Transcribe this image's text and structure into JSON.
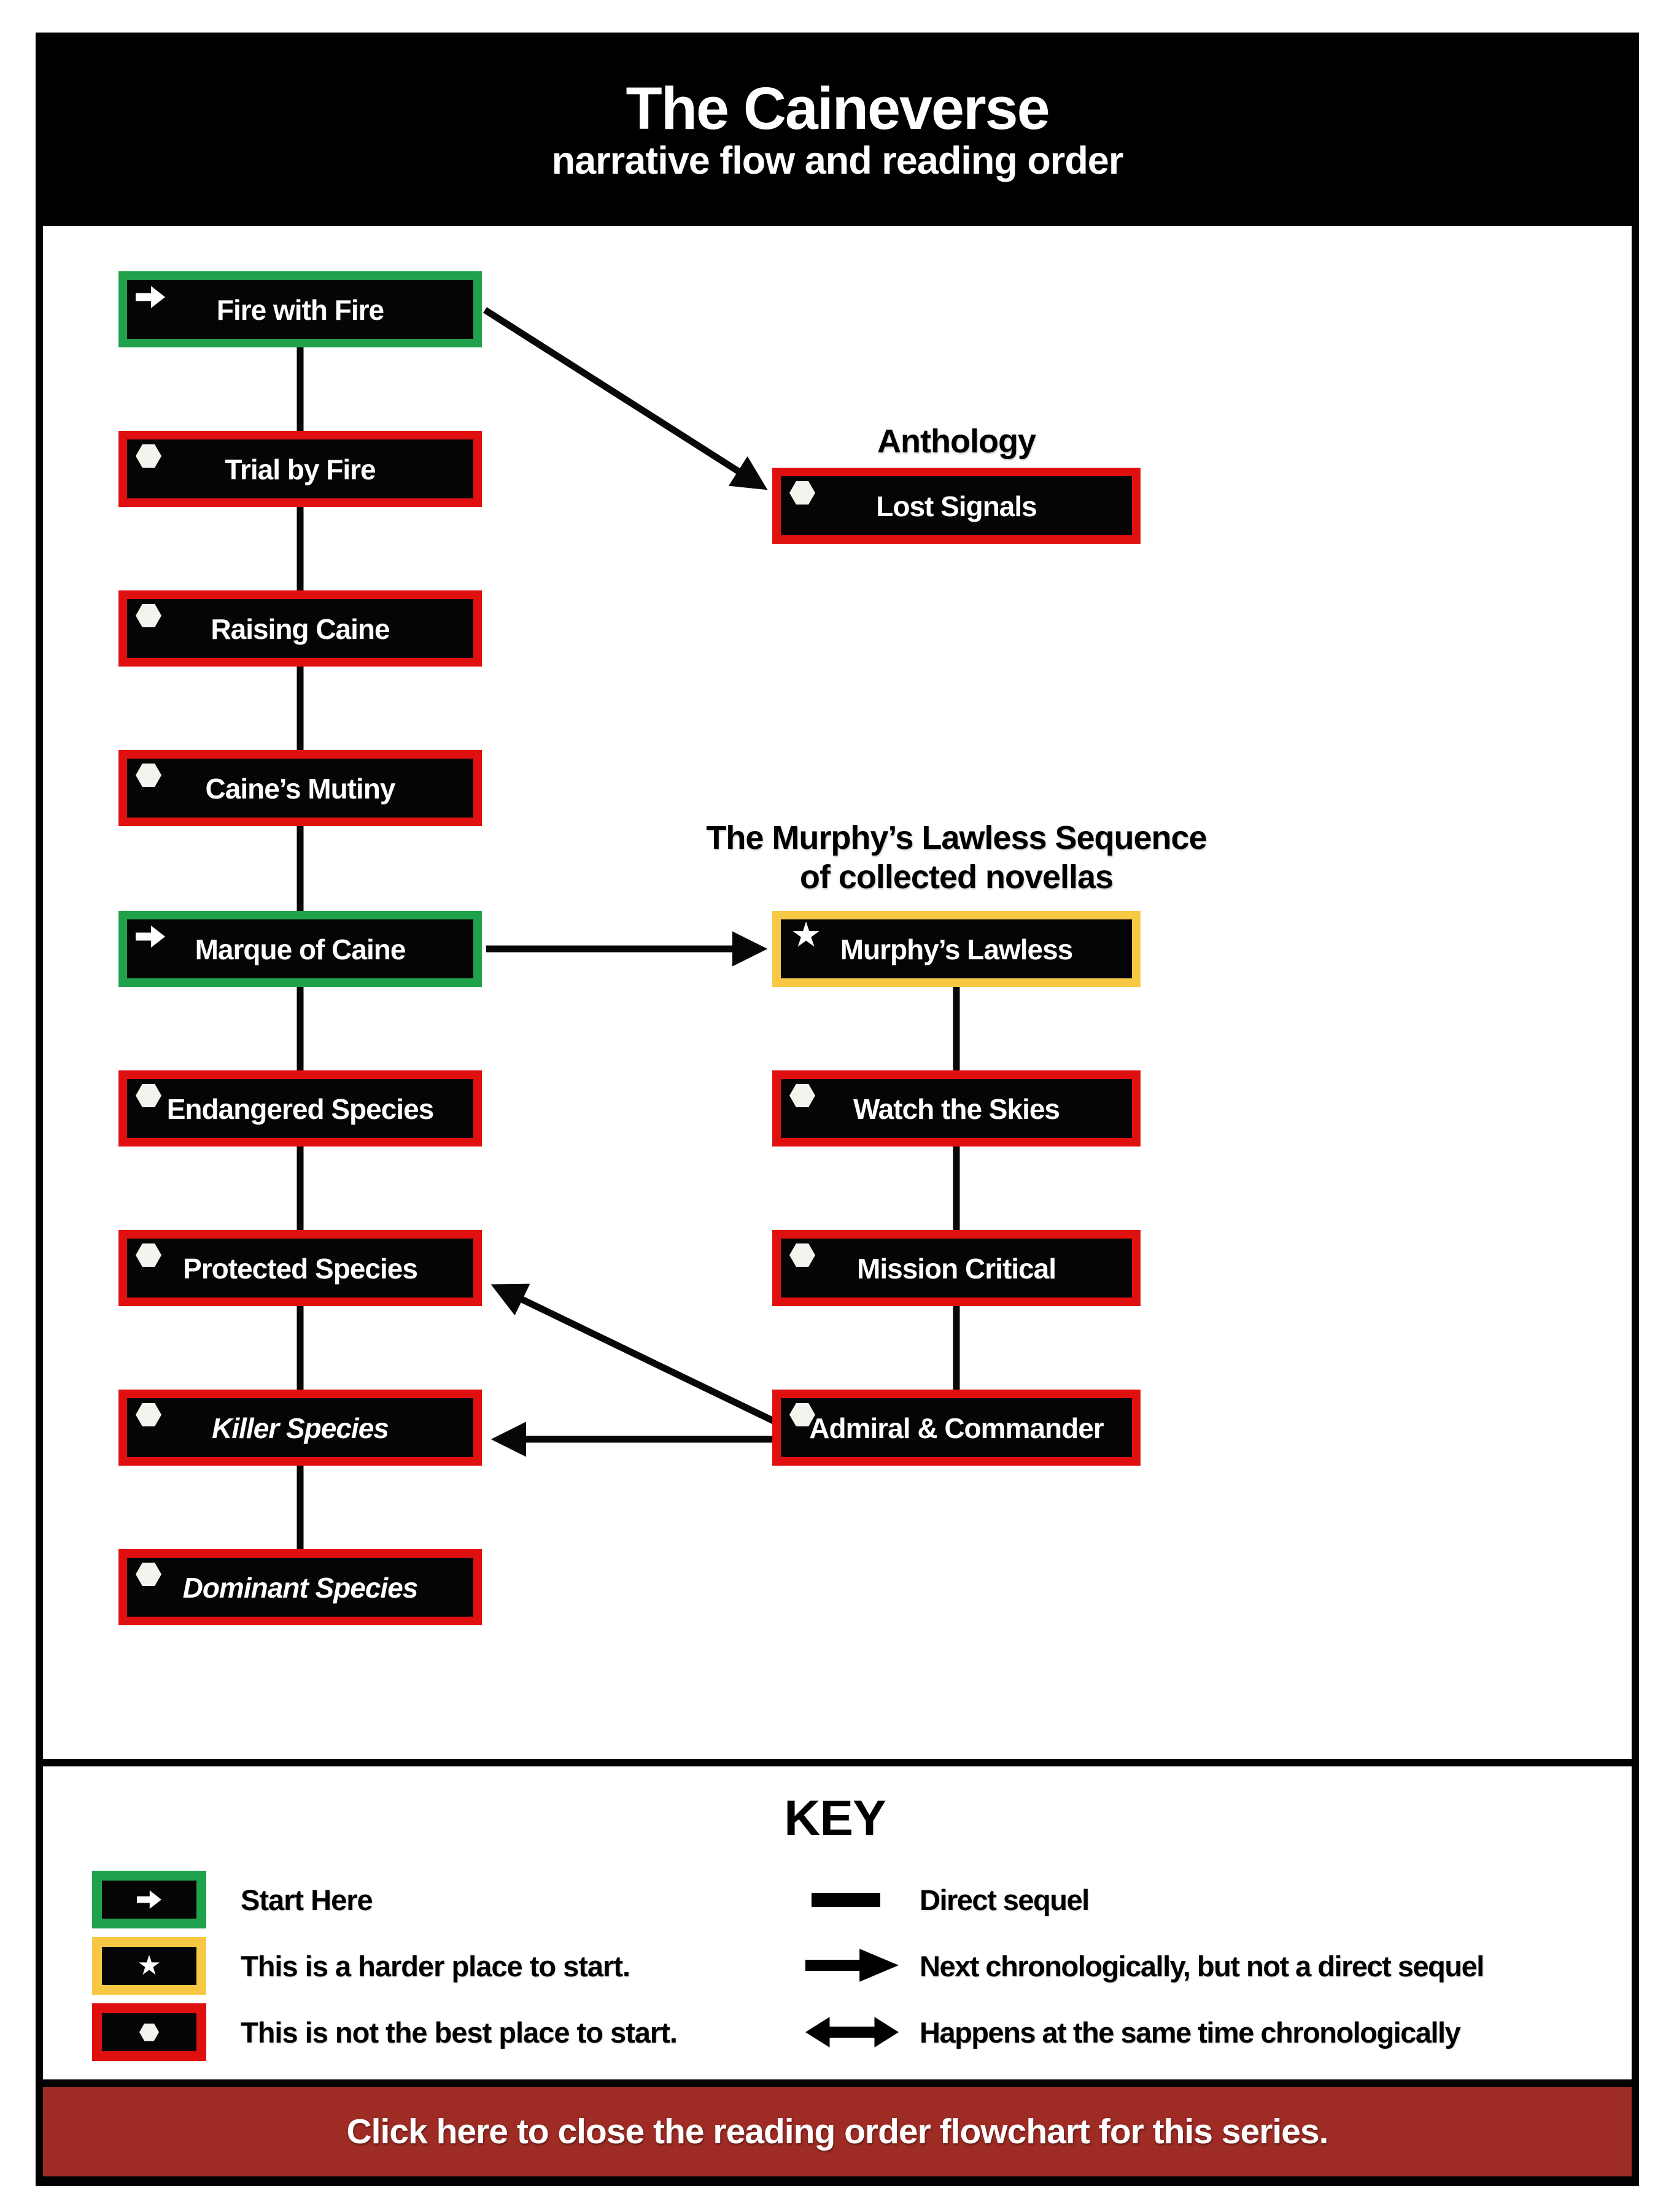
{
  "title": {
    "line1": "The Caineverse",
    "line2": "narrative flow and reading order"
  },
  "colors": {
    "start_green": "#1FA24B",
    "harder_yellow": "#F7C844",
    "notbest_red": "#E01010",
    "footer_red": "#9E2B24",
    "box_fill": "#050505",
    "text_white": "#FFFFFF",
    "text_black": "#000000"
  },
  "flowchart": {
    "main_sequence": [
      {
        "label": "Fire with Fire",
        "marker": "start"
      },
      {
        "label": "Trial by Fire",
        "marker": "not_best"
      },
      {
        "label": "Raising Caine",
        "marker": "not_best"
      },
      {
        "label": "Caine’s Mutiny",
        "marker": "not_best"
      },
      {
        "label": "Marque of Caine",
        "marker": "start"
      },
      {
        "label": "Endangered Species",
        "marker": "not_best"
      },
      {
        "label": "Protected Species",
        "marker": "not_best"
      },
      {
        "label": "Killer Species",
        "marker": "not_best",
        "italic": true
      },
      {
        "label": "Dominant Species",
        "marker": "not_best",
        "italic": true
      }
    ],
    "anthology": {
      "heading": "Anthology",
      "box": {
        "label": "Lost Signals",
        "marker": "not_best"
      }
    },
    "murphys_sequence": {
      "heading_line1": "The Murphy’s Lawless Sequence",
      "heading_line2": "of collected novellas",
      "boxes": [
        {
          "label": "Murphy’s Lawless",
          "marker": "harder"
        },
        {
          "label": "Watch the Skies",
          "marker": "not_best"
        },
        {
          "label": "Mission Critical",
          "marker": "not_best"
        },
        {
          "label": "Admiral & Commander",
          "marker": "not_best"
        }
      ]
    },
    "connections": [
      {
        "from": "Fire with Fire",
        "to": "Trial by Fire",
        "type": "direct-sequel"
      },
      {
        "from": "Trial by Fire",
        "to": "Raising Caine",
        "type": "direct-sequel"
      },
      {
        "from": "Raising Caine",
        "to": "Caine’s Mutiny",
        "type": "direct-sequel"
      },
      {
        "from": "Caine’s Mutiny",
        "to": "Marque of Caine",
        "type": "direct-sequel"
      },
      {
        "from": "Marque of Caine",
        "to": "Endangered Species",
        "type": "direct-sequel"
      },
      {
        "from": "Endangered Species",
        "to": "Protected Species",
        "type": "direct-sequel"
      },
      {
        "from": "Protected Species",
        "to": "Killer Species",
        "type": "direct-sequel"
      },
      {
        "from": "Killer Species",
        "to": "Dominant Species",
        "type": "direct-sequel"
      },
      {
        "from": "Fire with Fire",
        "to": "Lost Signals",
        "type": "next-chronologically"
      },
      {
        "from": "Marque of Caine",
        "to": "Murphy’s Lawless",
        "type": "next-chronologically"
      },
      {
        "from": "Murphy’s Lawless",
        "to": "Watch the Skies",
        "type": "direct-sequel"
      },
      {
        "from": "Watch the Skies",
        "to": "Mission Critical",
        "type": "direct-sequel"
      },
      {
        "from": "Mission Critical",
        "to": "Admiral & Commander",
        "type": "direct-sequel"
      },
      {
        "from": "Admiral & Commander",
        "to": "Protected Species",
        "type": "arrow"
      },
      {
        "from": "Admiral & Commander",
        "to": "Killer Species",
        "type": "arrow"
      }
    ]
  },
  "key": {
    "heading": "KEY",
    "box_items": [
      {
        "label": "Start Here",
        "marker": "start"
      },
      {
        "label": "This is a harder place to start.",
        "marker": "harder"
      },
      {
        "label": "This is not the best place to start.",
        "marker": "not_best"
      }
    ],
    "line_items": [
      {
        "label": "Direct sequel",
        "symbol": "line"
      },
      {
        "label": "Next chronologically, but not a direct sequel",
        "symbol": "arrow-right"
      },
      {
        "label": "Happens at the same time chronologically",
        "symbol": "arrow-both"
      }
    ]
  },
  "footer": {
    "label": "Click here to close the reading order flowchart for this series."
  }
}
